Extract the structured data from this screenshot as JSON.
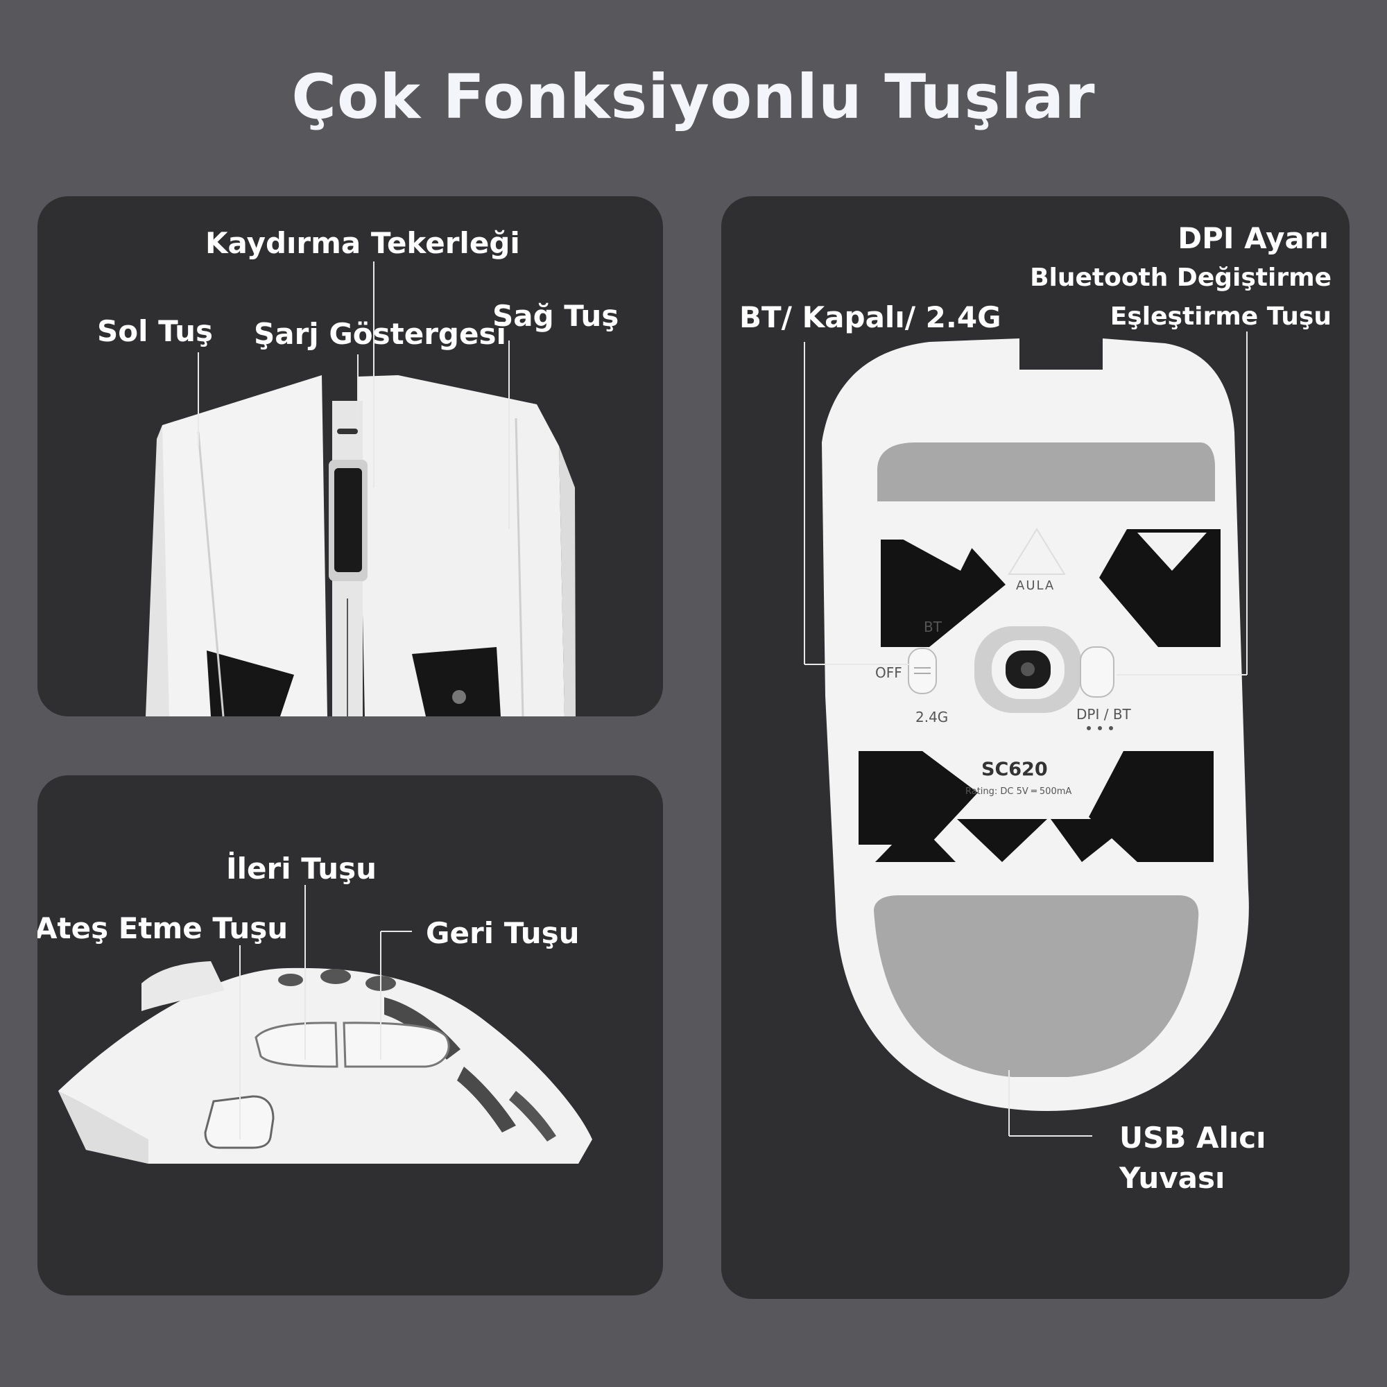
{
  "title": "Çok Fonksiyonlu Tuşlar",
  "top_panel": {
    "scroll_wheel": "Kaydırma Tekerleği",
    "left_button": "Sol Tuş",
    "charge_indicator": "Şarj Göstergesi",
    "right_button": "Sağ Tuş"
  },
  "bottom_panel": {
    "forward_button": "İleri Tuşu",
    "fire_button": "Ateş Etme Tuşu",
    "back_button": "Geri Tuşu"
  },
  "right_panel": {
    "dpi": "DPI Ayarı",
    "bt_switch": "Bluetooth Değiştirme",
    "pairing": "Eşleştirme Tuşu",
    "mode_switch": "BT/ Kapalı/ 2.4G",
    "usb_line1": "USB Alıcı",
    "usb_line2": "Yuvası",
    "mouse_print": {
      "bt": "BT",
      "off": "OFF",
      "g24": "2.4G",
      "dpi_bt": "DPI / BT",
      "model": "SC620",
      "rating": "Rating: DC 5V ═ 500mA",
      "brand": "AULA"
    }
  },
  "colors": {
    "background": "#58575b",
    "panel": "#2f2e30",
    "mouse_white": "#f3f3f3",
    "skate_gray": "#a9a9a9",
    "cutout": "#111111"
  }
}
